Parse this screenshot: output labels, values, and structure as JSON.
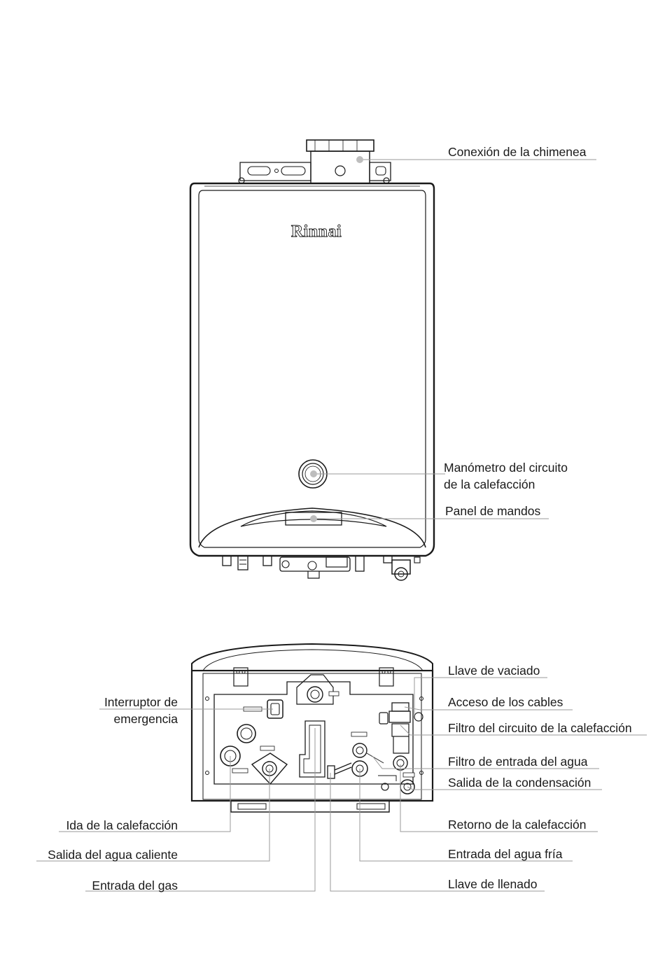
{
  "brand": "Rinnai",
  "front_labels": {
    "chimenea": "Conexión de la chimenea",
    "manometro_1": "Manómetro del circuito",
    "manometro_2": "de la calefacción",
    "panel": "Panel de mandos"
  },
  "bottom_labels_right": {
    "llave_vaciado": "Llave de vaciado",
    "acceso_cables": "Acceso de los cables",
    "filtro_calefaccion": "Filtro del circuito de la calefacción",
    "filtro_agua": "Filtro de entrada del agua",
    "condensacion": "Salida de la condensación",
    "retorno": "Retorno de la calefacción",
    "agua_fria": "Entrada del agua fría",
    "llave_llenado": "Llave de llenado"
  },
  "bottom_labels_left": {
    "interruptor_1": "Interruptor de",
    "interruptor_2": "emergencia",
    "ida": "Ida de la calefacción",
    "agua_caliente": "Salida del agua caliente",
    "gas": "Entrada del gas"
  },
  "colors": {
    "line": "#1a1a1a",
    "leader": "#9a9a9a",
    "leader_dot": "#bdbdbd"
  }
}
